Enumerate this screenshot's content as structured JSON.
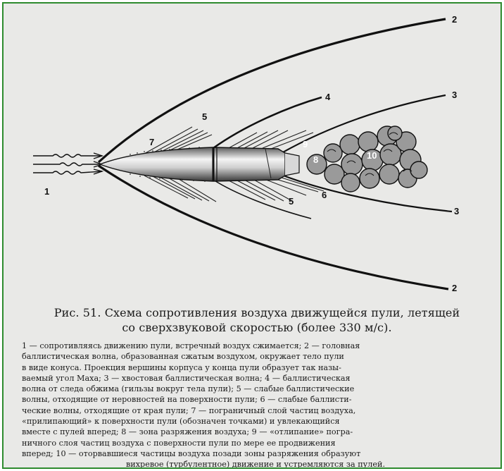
{
  "figure": {
    "labels": [
      "1",
      "2",
      "2",
      "3",
      "3",
      "4",
      "5",
      "5",
      "6",
      "7",
      "8",
      "9",
      "10"
    ]
  },
  "caption": {
    "title_lines": [
      "Рис. 51. Схема сопротивления воздуха движущейся пули, летящей",
      "со сверхзвуковой скоростью (более 330 м/с)."
    ],
    "body_lines": [
      "1 — сопротивляясь движению пули, встречный воздух сжимается; 2 — головная",
      "баллистическая волна, образованная сжатым воздухом, окружает тело пули",
      "в виде конуса. Проекция вершины корпуса у конца пули образует так назы-",
      "ваемый угол Маха; 3 — хвостовая баллистическая волна; 4 — баллистическая",
      "волна от следа обжима (гильзы вокруг тела пули); 5 — слабые баллистические",
      "волны, отходящие от неровностей на поверхности пули; 6 — слабые баллисти-",
      "ческие волны, отходящие от края пули; 7 — пограничный слой частиц воздуха,",
      "«прилипающий» к поверхности пули (обозначен точками) и увлекающийся",
      "вместе с пулей вперед; 8 — зона разряжения воздуха; 9 — «отлипание» погра-",
      "ничного слоя частиц воздуха с поверхности пули по мере ее продвижения",
      "вперед; 10 — оторвавшиеся частицы воздуха позади зоны разряжения образуют",
      "вихревое (турбулентное) движение и устремляются за пулей."
    ]
  }
}
